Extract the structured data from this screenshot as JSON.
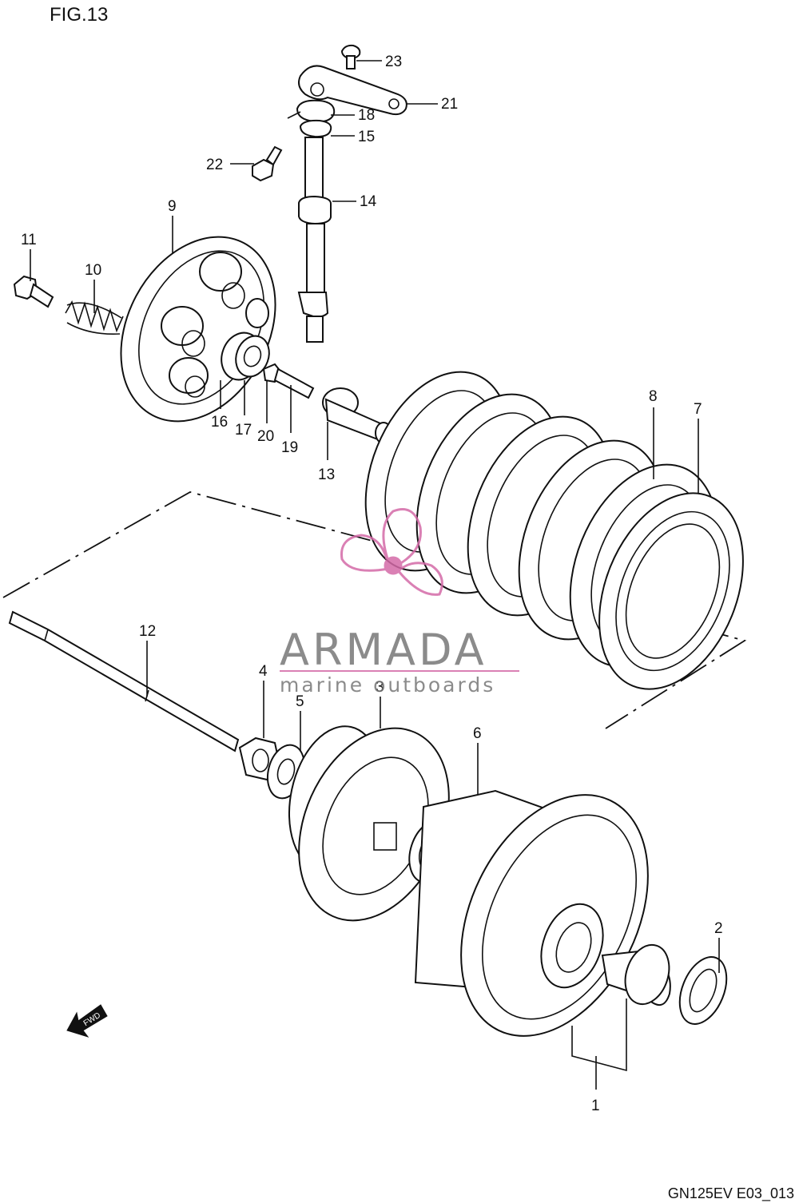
{
  "figure": {
    "title": "FIG.13",
    "code": "GN125EV E03_013"
  },
  "watermark": {
    "brand": "ARMADA",
    "tagline": "marine outboards",
    "color": "#d46aa8"
  },
  "parts": {
    "p1": "1",
    "p2": "2",
    "p3": "3",
    "p4": "4",
    "p5": "5",
    "p6": "6",
    "p7": "7",
    "p8": "8",
    "p9": "9",
    "p10": "10",
    "p11": "11",
    "p12": "12",
    "p13": "13",
    "p14": "14",
    "p15": "15",
    "p16": "16",
    "p17": "17",
    "p18": "18",
    "p19": "19",
    "p20": "20",
    "p21": "21",
    "p22": "22",
    "p23": "23"
  },
  "direction_arrow": {
    "label": "FWD",
    "icon": "forward-arrow-icon"
  }
}
